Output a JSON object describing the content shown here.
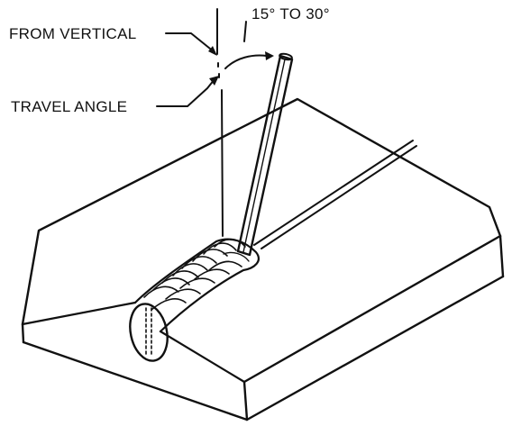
{
  "labels": {
    "angle_range": "15° TO  30°",
    "from_vertical": "FROM VERTICAL",
    "travel_angle": "TRAVEL ANGLE"
  },
  "colors": {
    "ink": "#111111",
    "paper": "#ffffff"
  }
}
